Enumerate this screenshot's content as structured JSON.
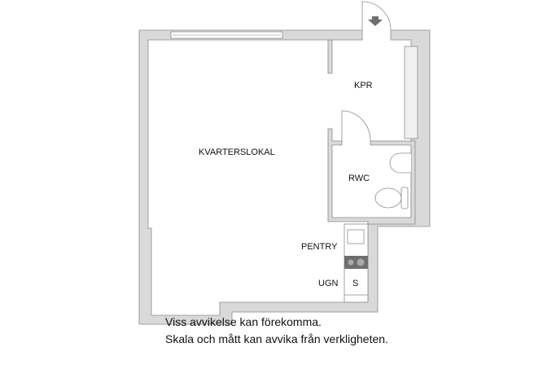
{
  "plan": {
    "rooms": {
      "main": "KVARTERSLOKAL",
      "hall": "KPR",
      "wc": "RWC",
      "kitchenette": "PENTRY",
      "oven": "UGN",
      "cabinet": "S"
    },
    "colors": {
      "wall": "#d9d9d9",
      "outline": "#8c8c8c",
      "hob": "#6e6e6e"
    }
  },
  "disclaimer": {
    "line1": "Viss avvikelse kan förekomma.",
    "line2": "Skala och mått kan avvika från verkligheten."
  }
}
